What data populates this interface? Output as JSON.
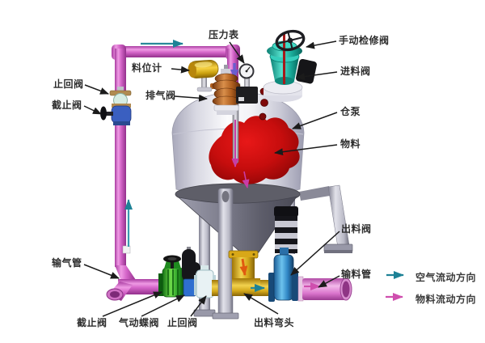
{
  "diagram": {
    "type": "equipment-schematic",
    "labels": [
      {
        "id": "pressure-gauge",
        "text": "压力表"
      },
      {
        "id": "manual-service-valve",
        "text": "手动检修阀"
      },
      {
        "id": "level-meter",
        "text": "料位计"
      },
      {
        "id": "feed-valve",
        "text": "进料阀"
      },
      {
        "id": "exhaust-valve",
        "text": "排气阀"
      },
      {
        "id": "silo-pump",
        "text": "仓泵"
      },
      {
        "id": "check-valve-top",
        "text": "止回阀"
      },
      {
        "id": "material",
        "text": "物料"
      },
      {
        "id": "stop-valve-top",
        "text": "截止阀"
      },
      {
        "id": "discharge-valve",
        "text": "出料阀"
      },
      {
        "id": "air-supply-pipe",
        "text": "输气管"
      },
      {
        "id": "material-outlet-pipe",
        "text": "输料管"
      },
      {
        "id": "stop-valve-bottom",
        "text": "截止阀"
      },
      {
        "id": "pneumatic-butterfly-valve",
        "text": "气动蝶阀"
      },
      {
        "id": "check-valve-bottom",
        "text": "止回阀"
      },
      {
        "id": "discharge-elbow",
        "text": "出料弯头"
      }
    ],
    "legend": [
      {
        "id": "air-flow",
        "text": "空气流动方向",
        "color": "#1e8296"
      },
      {
        "id": "material-flow",
        "text": "物料流动方向",
        "color": "#cf4fae"
      }
    ],
    "palette": {
      "vessel_body": "#ededf2",
      "vessel_cone": "#6a6a78",
      "material_red": "#c60d0d",
      "air_pipe_magenta": "#d566c9",
      "outlet_pipe_pink": "#d973cb",
      "discharge_elbow_gold": "#e8c030",
      "discharge_valve_blue": "#2f85c4",
      "feed_valve_teal": "#19ab99",
      "exhaust_valve_copper": "#b06020",
      "level_meter_gold": "#f6d143",
      "bottom_stop_valve_green": "#2fa42a"
    }
  }
}
